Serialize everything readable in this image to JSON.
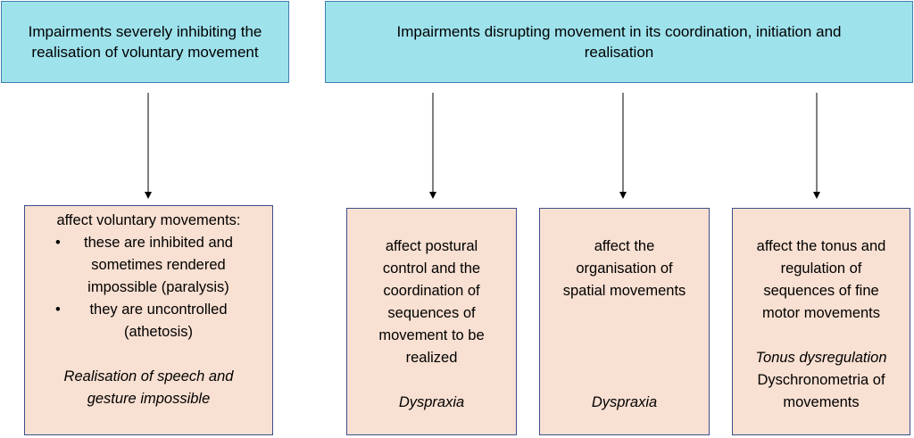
{
  "headers": {
    "left": {
      "lines": [
        "Impairments severely inhibiting the",
        "realisation of voluntary movement"
      ]
    },
    "right": {
      "lines": [
        "Impairments disrupting movement in its coordination, initiation and",
        "realisation"
      ]
    }
  },
  "cards": {
    "paralysis": {
      "intro": "affect voluntary movements:",
      "bullets": [
        {
          "lines": [
            "these are inhibited and",
            "sometimes rendered",
            "impossible (paralysis)"
          ]
        },
        {
          "lines": [
            "they are uncontrolled",
            "(athetosis)"
          ]
        }
      ],
      "note_lines": [
        "Realisation of speech and",
        "gesture impossible"
      ]
    },
    "postural": {
      "lines": [
        "affect postural",
        "control and the",
        "coordination of",
        "sequences of",
        "movement to be",
        "realized"
      ],
      "note": "Dyspraxia"
    },
    "spatial": {
      "lines": [
        "affect the",
        "organisation of",
        "spatial movements"
      ],
      "note": "Dyspraxia"
    },
    "tonus": {
      "lines": [
        "affect the tonus and",
        "regulation of",
        "sequences of fine",
        "motor movements"
      ],
      "note": "Tonus dysregulation",
      "extra_lines": [
        "Dyschronometria of",
        "movements"
      ]
    }
  },
  "colors": {
    "header_fill": "#9ee2ec",
    "header_border": "#3f7fb0",
    "card_fill": "#f8e0d2",
    "card_border": "#3d4f8a",
    "arrow": "#000000"
  }
}
